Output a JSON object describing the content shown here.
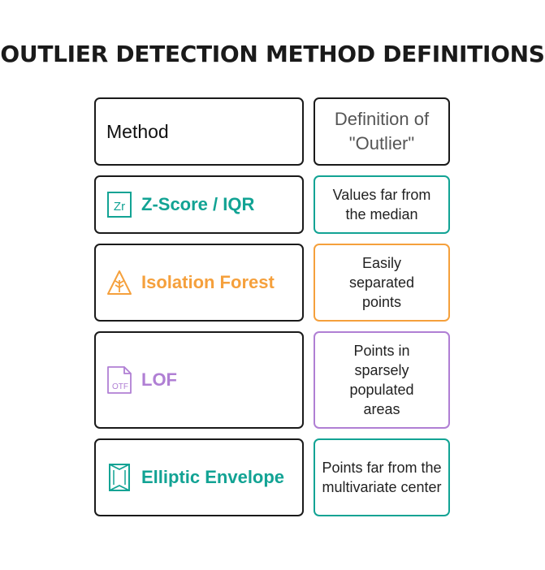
{
  "title": "OUTLIER DETECTION METHOD DEFINITIONS",
  "header": {
    "method": "Method",
    "definition": "Definition of \"Outlier\""
  },
  "rows": [
    {
      "method": "Z-Score / IQR",
      "definition": "Values far from the median",
      "color": "#12a394",
      "icon": "z-score-icon",
      "icon_text": "Zr"
    },
    {
      "method": "Isolation Forest",
      "definition": "Easily separated points",
      "color": "#f5a03c",
      "icon": "tree-warning-icon"
    },
    {
      "method": "LOF",
      "definition": "Points in sparsely populated areas",
      "color": "#b07fd4",
      "icon": "lof-document-icon",
      "icon_text": "OTF"
    },
    {
      "method": "Elliptic Envelope",
      "definition": "Points far from the multivariate center",
      "color": "#12a394",
      "icon": "envelope-icon"
    }
  ]
}
